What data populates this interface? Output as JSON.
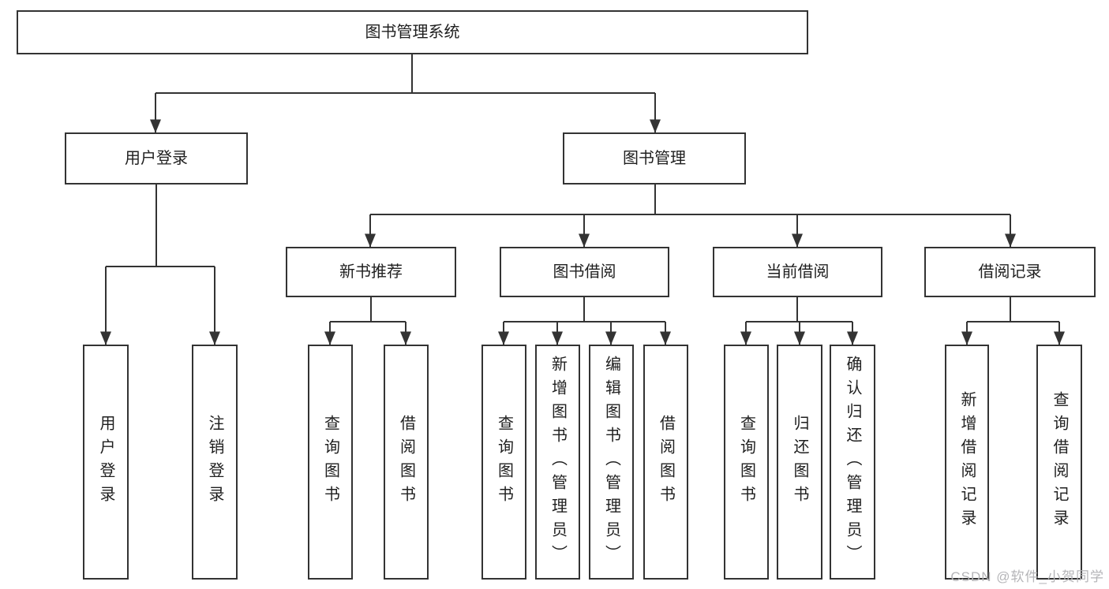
{
  "diagram": {
    "root": {
      "label": "图书管理系统"
    },
    "level2": [
      {
        "label": "用户登录"
      },
      {
        "label": "图书管理"
      }
    ],
    "login_children": [
      {
        "label": "用户登录"
      },
      {
        "label": "注销登录"
      }
    ],
    "level3": [
      {
        "label": "新书推荐"
      },
      {
        "label": "图书借阅"
      },
      {
        "label": "当前借阅"
      },
      {
        "label": "借阅记录"
      }
    ],
    "recommend_children": [
      {
        "label": "查询图书"
      },
      {
        "label": "借阅图书"
      }
    ],
    "borrow_children": [
      {
        "label": "查询图书"
      },
      {
        "label": "新增图书（管理员）"
      },
      {
        "label": "编辑图书（管理员）"
      },
      {
        "label": "借阅图书"
      }
    ],
    "current_children": [
      {
        "label": "查询图书"
      },
      {
        "label": "归还图书"
      },
      {
        "label": "确认归还（管理员）"
      }
    ],
    "record_children": [
      {
        "label": "新增借阅记录"
      },
      {
        "label": "查询借阅记录"
      }
    ]
  },
  "watermark": {
    "text": "CSDN @软件_小贺同学"
  },
  "colors": {
    "line": "#333333",
    "text": "#1f1f1f",
    "watermark": "#b5b5b8",
    "background": "#ffffff"
  }
}
